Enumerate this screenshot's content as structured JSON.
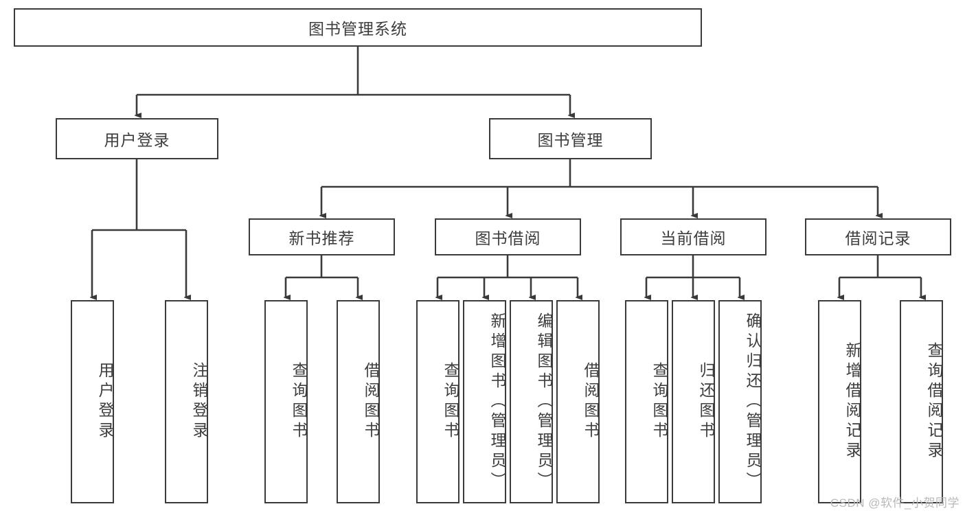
{
  "diagram": {
    "title": "图书管理系统",
    "watermark": "CSDN @软件_小贺同学",
    "line_color": "#3a3a3a",
    "text_color": "#3d3d3d",
    "background": "#ffffff",
    "root": {
      "label": "图书管理系统"
    },
    "level1": [
      {
        "label": "用户登录"
      },
      {
        "label": "图书管理"
      }
    ],
    "level2": [
      {
        "label": "新书推荐"
      },
      {
        "label": "图书借阅"
      },
      {
        "label": "当前借阅"
      },
      {
        "label": "借阅记录"
      }
    ],
    "leaves": {
      "user_login": [
        {
          "label": "用户登录"
        },
        {
          "label": "注销登录"
        }
      ],
      "new_book": [
        {
          "label": "查询图书"
        },
        {
          "label": "借阅图书"
        }
      ],
      "borrow_book": [
        {
          "label": "查询图书"
        },
        {
          "label": "新增图书（管理员）"
        },
        {
          "label": "编辑图书（管理员）"
        },
        {
          "label": "借阅图书"
        }
      ],
      "current_borrow": [
        {
          "label": "查询图书"
        },
        {
          "label": "归还图书"
        },
        {
          "label": "确认归还（管理员）"
        }
      ],
      "borrow_record": [
        {
          "label": "新增借阅记录"
        },
        {
          "label": "查询借阅记录"
        }
      ]
    }
  }
}
